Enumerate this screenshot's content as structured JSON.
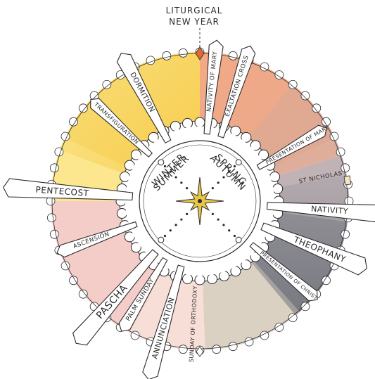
{
  "header": {
    "line1": "LITURGICAL",
    "line2": "NEW YEAR"
  },
  "seasons": [
    "SUMMER",
    "AUTUMN",
    "WINTER",
    "SPRING"
  ],
  "feasts": [
    {
      "key": "dormition",
      "label": "DORMITION"
    },
    {
      "key": "transfiguration",
      "label": "TRANSFIGURATION"
    },
    {
      "key": "nativity-of-mary",
      "label": "NATIVITY OF MARY"
    },
    {
      "key": "exaltation-cross",
      "label": "EXALTATION CROSS"
    },
    {
      "key": "presentation-of-mary",
      "label": "PRESENTATION OF MARY"
    },
    {
      "key": "st-nicholas",
      "label": "ST NICHOLAS"
    },
    {
      "key": "nativity",
      "label": "NATIVITY"
    },
    {
      "key": "theophany",
      "label": "THEOPHANY"
    },
    {
      "key": "presentation-of-christ",
      "label": "PRESENTATION OF CHRIST"
    },
    {
      "key": "sunday-of-orthodoxy",
      "label": "SUNDAY OF ORTHODOXY"
    },
    {
      "key": "annunciation",
      "label": "ANNUNCIATION"
    },
    {
      "key": "palm-sunday",
      "label": "PALM SUNDAY"
    },
    {
      "key": "pascha",
      "label": "PASCHA"
    },
    {
      "key": "ascension",
      "label": "ASCENSION"
    },
    {
      "key": "pentecost",
      "label": "PENTECOST"
    }
  ],
  "colors": {
    "summer": "#f7cf4a",
    "summer_light": "#fbe27a",
    "autumn": "#f0a07a",
    "autumn_mid": "#d9a08a",
    "late_autumn": "#b5a5a8",
    "winter": "#8a8c94",
    "winter_dark": "#6f7079",
    "lent": "#d4c9b8",
    "spring": "#f2c4c0",
    "spring_light": "#f6d8d0",
    "diamond": "#e06a2e",
    "star": "#e8c64a",
    "ink": "#2a2a2a"
  }
}
